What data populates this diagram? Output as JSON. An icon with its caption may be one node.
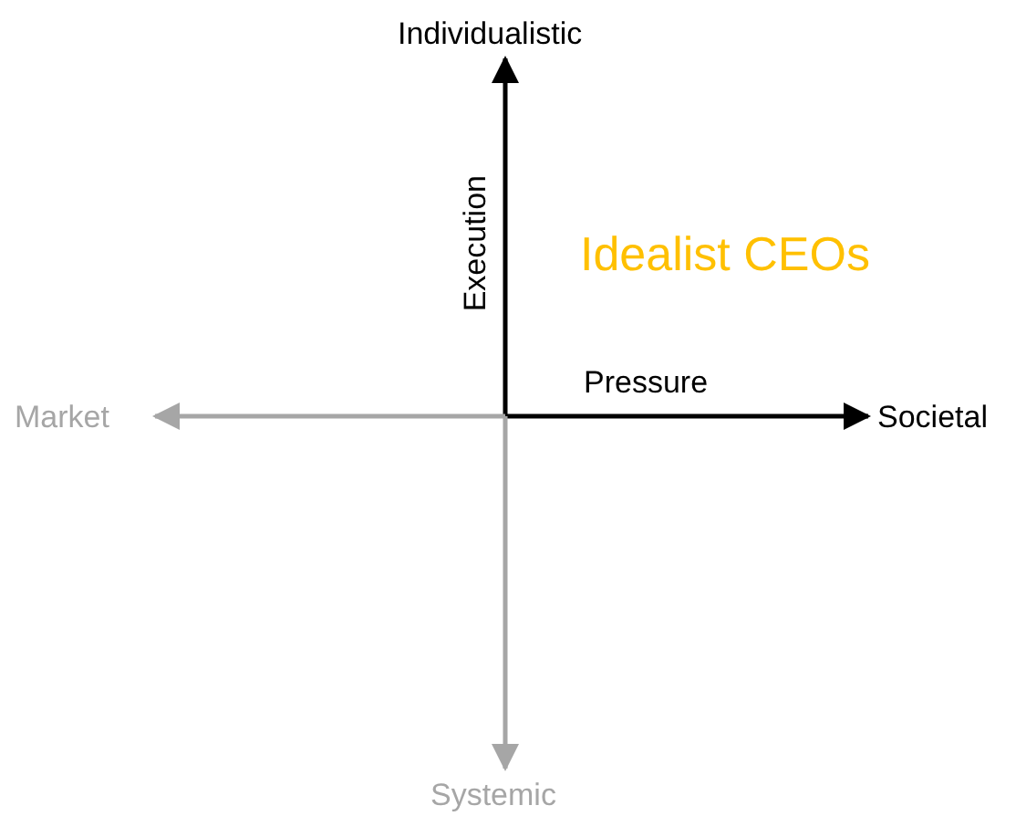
{
  "diagram": {
    "nodes": [
      {
        "text": [
          "Individualistic"
        ]
      },
      {
        "text": [
          "Market"
        ]
      },
      {
        "text": [
          "Societal"
        ]
      },
      {
        "text": [
          "Systemic"
        ]
      }
    ],
    "edges": [
      {
        "from": null,
        "to": 0,
        "arrow": "to",
        "label": "Execution"
      },
      {
        "from": null,
        "to": 2,
        "arrow": "to",
        "label": "Pressure"
      },
      {
        "from": null,
        "to": 1,
        "arrow": "to",
        "color": "#a6a6a6"
      },
      {
        "from": null,
        "to": 3,
        "arrow": "to",
        "color": "#a6a6a6"
      }
    ],
    "labels": [
      "Idealist CEOs"
    ]
  }
}
